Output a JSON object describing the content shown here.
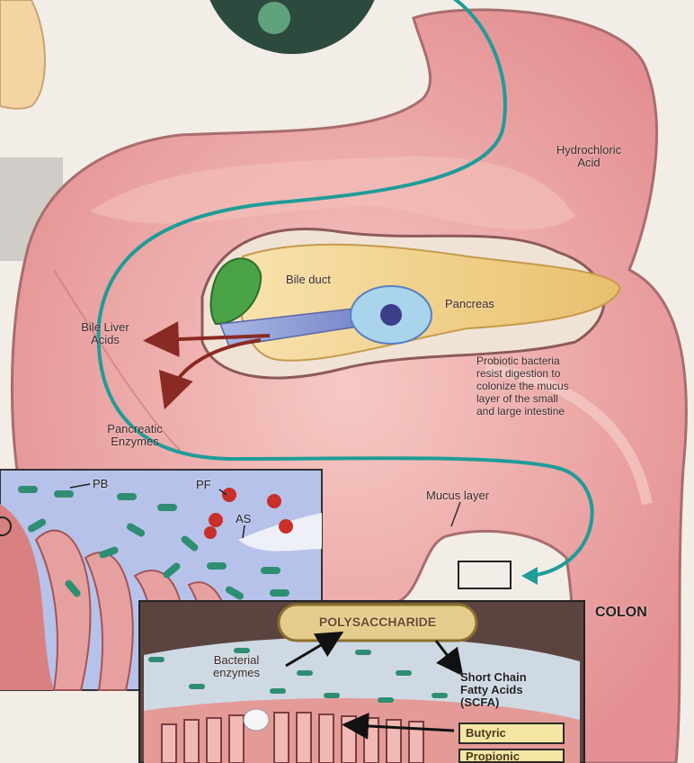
{
  "labels": {
    "hydrochloric_line1": "Hydrochloric",
    "hydrochloric_line2": "Acid",
    "bile_duct": "Bile duct",
    "pancreas": "Pancreas",
    "bile_liver_line1": "Bile Liver",
    "bile_liver_line2": "Acids",
    "pancreatic_line1": "Pancreatic",
    "pancreatic_line2": "Enzymes",
    "probiotic_line1": "Probiotic bacteria",
    "probiotic_line2": "resist digestion to",
    "probiotic_line3": "colonize the mucus",
    "probiotic_line4": "layer of the small",
    "probiotic_line5": "and large intestine",
    "mucus_layer": "Mucus layer",
    "colon": "COLON",
    "pb": "PB",
    "pf": "PF",
    "as": "AS",
    "polysaccharide": "POLYSACCHARIDE",
    "bacterial_line1": "Bacterial",
    "bacterial_line2": "enzymes",
    "scfa_line1": "Short Chain",
    "scfa_line2": "Fatty Acids",
    "scfa_line3": "(SCFA)",
    "butyric": "Butyric",
    "propionic": "Propionic"
  },
  "colors": {
    "path": "#1f9c98",
    "tissue": "#e69a9a",
    "pancreas": "#f0d089",
    "mucosa_blue": "#c9d3ef",
    "bacteria": "#2e8e72",
    "arrow_red": "#8a2a24"
  }
}
